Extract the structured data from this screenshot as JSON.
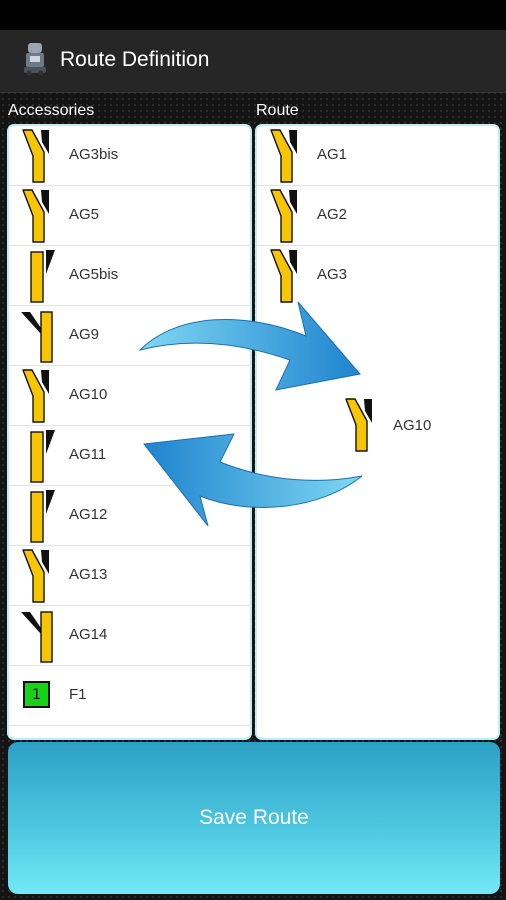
{
  "header": {
    "title": "Route Definition",
    "app_icon": "locomotive-icon"
  },
  "accessories": {
    "label": "Accessories",
    "items": [
      {
        "name": "AG3bis",
        "icon": "turnout-right-icon"
      },
      {
        "name": "AG5",
        "icon": "turnout-right-icon"
      },
      {
        "name": "AG5bis",
        "icon": "turnout-left-icon"
      },
      {
        "name": "AG9",
        "icon": "turnout-left-icon"
      },
      {
        "name": "AG10",
        "icon": "turnout-right-icon"
      },
      {
        "name": "AG11",
        "icon": "turnout-left-icon"
      },
      {
        "name": "AG12",
        "icon": "turnout-left-icon"
      },
      {
        "name": "AG13",
        "icon": "turnout-right-icon"
      },
      {
        "name": "AG14",
        "icon": "turnout-left-icon"
      },
      {
        "name": "F1",
        "icon": "function-badge-icon",
        "badge": "1"
      }
    ]
  },
  "route": {
    "label": "Route",
    "items": [
      {
        "name": "AG1",
        "icon": "turnout-right-icon"
      },
      {
        "name": "AG2",
        "icon": "turnout-right-icon"
      },
      {
        "name": "AG3",
        "icon": "turnout-right-icon"
      }
    ],
    "dragging": {
      "name": "AG10",
      "icon": "turnout-right-icon"
    }
  },
  "save_button": {
    "label": "Save Route"
  },
  "colors": {
    "accent": "#4cc6df",
    "track_yellow": "#f7c600",
    "badge_green": "#16d316",
    "arrow_blue": "#3aa3dd"
  }
}
